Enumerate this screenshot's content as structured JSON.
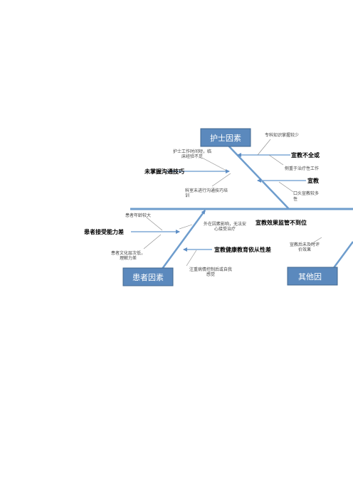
{
  "diagram": {
    "categories": {
      "nurse": "护士因素",
      "patient": "患者因素",
      "other": "其他因"
    },
    "causes": {
      "no_comm_skill": "未掌握沟通技巧",
      "incomplete_edu": "宣教不全或",
      "edu_partial": "宣教",
      "poor_acceptance": "患者接受能力差",
      "edu_supervision": "宣教效果监管不到位",
      "poor_compliance": "宣教健康教育依从性差"
    },
    "notes": {
      "lack_knowledge": "专科知识掌握较少",
      "short_time_1": "护士工作时间短，临",
      "short_time_2": "床经验不足",
      "focus_treatment": "侧重于治疗性工作",
      "no_training_1": "科室未进行沟通技巧培",
      "no_training_2": "训",
      "oral_edu_1": "口头宣教较多",
      "oral_edu_2": "性",
      "elderly": "患者年龄较大",
      "external_1": "外在因素影响，无法安",
      "external_2": "心接受治疗",
      "low_edu_1": "患者文化层次低，",
      "low_edu_2": "理解力差",
      "no_eval_1": "宣教后未及时评",
      "no_eval_2": "价效果",
      "focus_illness_1": "注重病情控制后或自我",
      "focus_illness_2": "感觉"
    },
    "colors": {
      "box_fill": "#5b89bd",
      "box_border": "#41678f",
      "spine": "#6e9dcd",
      "arrow": "#7fa8d6",
      "note_line": "#8a8a8a"
    }
  }
}
